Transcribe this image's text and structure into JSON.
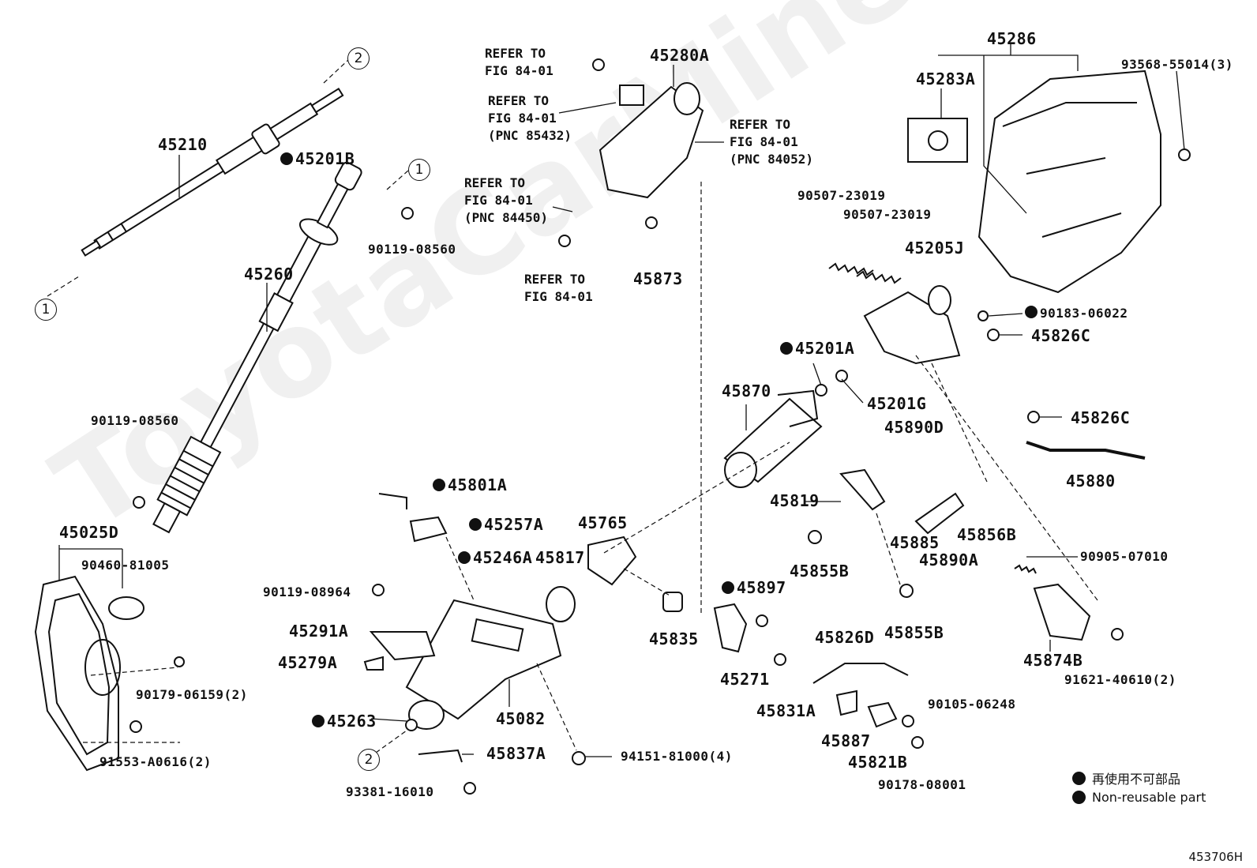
{
  "watermark": "ToyotaCarMine.ru",
  "callouts": {
    "c_2_top": "2",
    "c_1_left": "1",
    "c_1_mid": "1",
    "c_2_bottom": "2"
  },
  "refs": {
    "r1": "REFER TO\nFIG 84-01",
    "r2": "REFER TO\nFIG 84-01\n(PNC 85432)",
    "r3": "REFER TO\nFIG 84-01\n(PNC 84450)",
    "r4": "REFER TO\nFIG 84-01",
    "r5": "REFER TO\nFIG 84-01\n(PNC 84052)"
  },
  "parts": {
    "p45210": "45210",
    "p45201B": "45201B",
    "p45260": "45260",
    "p90119_08560_a": "90119-08560",
    "p90119_08560_b": "90119-08560",
    "p45280A": "45280A",
    "p45873": "45873",
    "p45286": "45286",
    "p45283A": "45283A",
    "p93568": "93568-55014(3)",
    "p90507_a": "90507-23019",
    "p90507_b": "90507-23019",
    "p45205J": "45205J",
    "p90183": "90183-06022",
    "p45826C_a": "45826C",
    "p45201A": "45201A",
    "p45870": "45870",
    "p45201G": "45201G",
    "p45826C_b": "45826C",
    "p45890D": "45890D",
    "p45880": "45880",
    "p45819": "45819",
    "p45801A": "45801A",
    "p45257A": "45257A",
    "p45765": "45765",
    "p45025D": "45025D",
    "p90460": "90460-81005",
    "p45246A": "45246A",
    "p45817": "45817",
    "p45885": "45885",
    "p45856B": "45856B",
    "p45890A": "45890A",
    "p45855B_a": "45855B",
    "p90905": "90905-07010",
    "p90119_08964": "90119-08964",
    "p45897": "45897",
    "p45855B_b": "45855B",
    "p45291A": "45291A",
    "p45835": "45835",
    "p45826D": "45826D",
    "p45874B": "45874B",
    "p45279A": "45279A",
    "p45271": "45271",
    "p90179": "90179-06159(2)",
    "p91621": "91621-40610(2)",
    "p45831A": "45831A",
    "p90105": "90105-06248",
    "p45263": "45263",
    "p45082": "45082",
    "p45887": "45887",
    "p45821B": "45821B",
    "p91553": "91553-A0616(2)",
    "p45837A": "45837A",
    "p94151": "94151-81000(4)",
    "p93381": "93381-16010",
    "p90178": "90178-08001"
  },
  "legend": {
    "jp": "再使用不可部品",
    "en": "Non-reusable part"
  },
  "figure_code": "453706H"
}
